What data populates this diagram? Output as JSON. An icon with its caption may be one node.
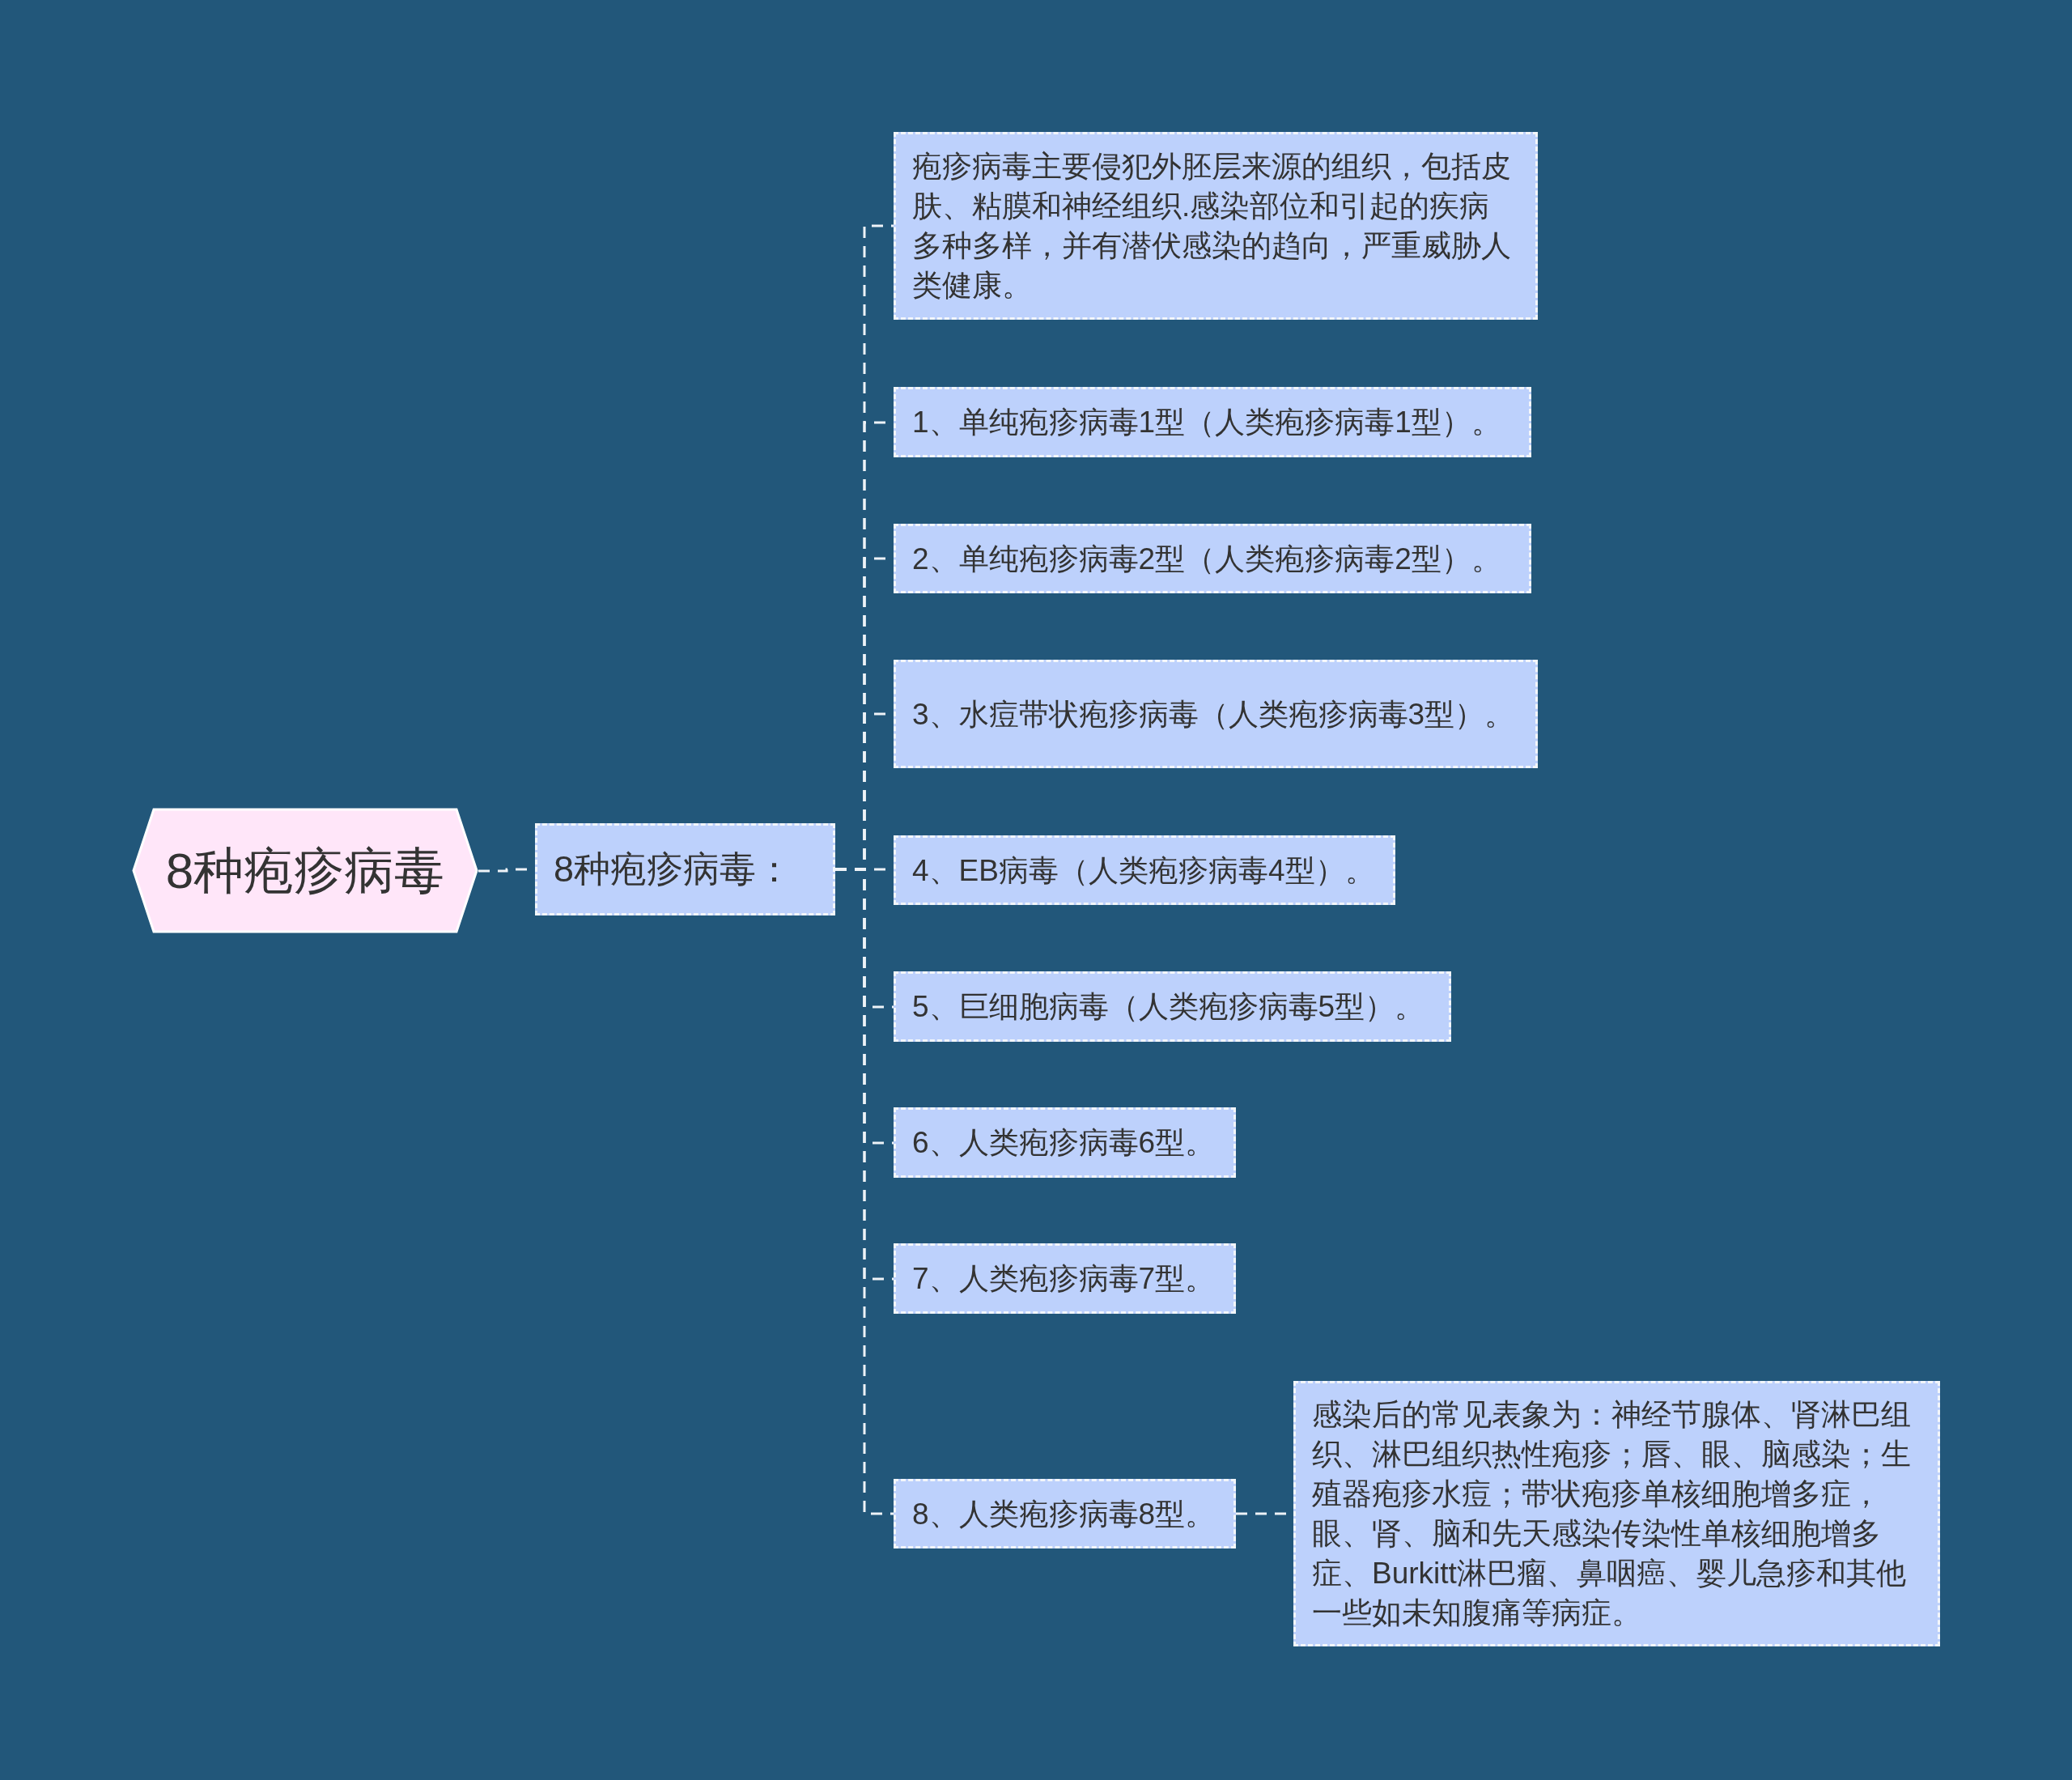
{
  "diagram": {
    "nodes": [
      {
        "text": [
          "8种疱疹病毒"
        ]
      },
      {
        "text": [
          "8种疱疹病毒："
        ]
      },
      {
        "text": [
          "疱疹病毒主要侵犯外胚层来源的组织，包括皮肤、粘膜和神经组织.感染部位和引起的疾病多种多样，并有潜伏感染的趋向，严重威胁人类健康。"
        ]
      },
      {
        "text": [
          "1、单纯疱疹病毒1型（人类疱疹病毒1型）。"
        ]
      },
      {
        "text": [
          "2、单纯疱疹病毒2型（人类疱疹病毒2型）。"
        ]
      },
      {
        "text": [
          "3、水痘带状疱疹病毒（人类疱疹病毒3型）。"
        ]
      },
      {
        "text": [
          "4、EB病毒（人类疱疹病毒4型）。"
        ]
      },
      {
        "text": [
          "5、巨细胞病毒（人类疱疹病毒5型）。"
        ]
      },
      {
        "text": [
          "6、人类疱疹病毒6型。"
        ]
      },
      {
        "text": [
          "7、人类疱疹病毒7型。"
        ]
      },
      {
        "text": [
          "8、人类疱疹病毒8型。"
        ]
      },
      {
        "text": [
          "感染后的常见表象为：神经节腺体、肾淋巴组织、淋巴组织热性疱疹；唇、眼、脑感染；生殖器疱疹水痘；带状疱疹单核细胞增多症，眼、肾、脑和先天感染传染性单核细胞增多症、Burkitt淋巴瘤、鼻咽癌、婴儿急疹和其他一些如未知腹痛等病症。"
        ]
      }
    ],
    "edges": [
      {
        "from": 0,
        "to": 1,
        "arrow": "none"
      },
      {
        "from": 1,
        "to": 2,
        "arrow": "none"
      },
      {
        "from": 1,
        "to": 3,
        "arrow": "none"
      },
      {
        "from": 1,
        "to": 4,
        "arrow": "none"
      },
      {
        "from": 1,
        "to": 5,
        "arrow": "none"
      },
      {
        "from": 1,
        "to": 6,
        "arrow": "none"
      },
      {
        "from": 1,
        "to": 7,
        "arrow": "none"
      },
      {
        "from": 1,
        "to": 8,
        "arrow": "none"
      },
      {
        "from": 1,
        "to": 9,
        "arrow": "none"
      },
      {
        "from": 1,
        "to": 10,
        "arrow": "none"
      },
      {
        "from": 10,
        "to": 11,
        "arrow": "none"
      }
    ]
  }
}
